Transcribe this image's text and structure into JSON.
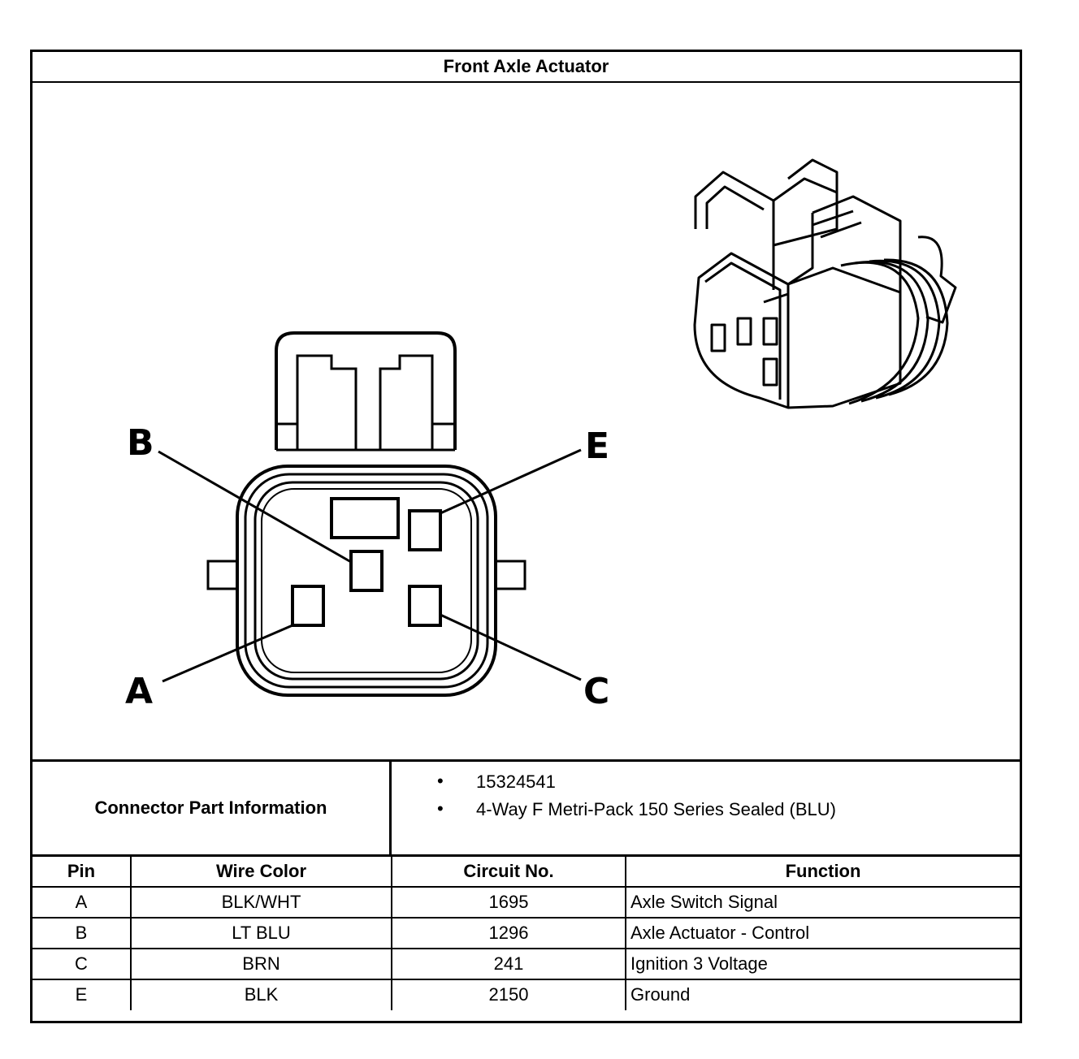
{
  "title": "Front Axle Actuator",
  "diagram": {
    "pin_labels": {
      "b": "B",
      "e": "E",
      "a": "A",
      "c": "C"
    },
    "icons": [
      "connector-face-view-icon",
      "connector-isometric-icon"
    ]
  },
  "connector_info": {
    "label": "Connector Part Information",
    "items": [
      "15324541",
      "4-Way F Metri-Pack 150 Series Sealed (BLU)"
    ],
    "bullet": "•"
  },
  "pin_table": {
    "headers": [
      "Pin",
      "Wire Color",
      "Circuit No.",
      "Function"
    ],
    "rows": [
      [
        "A",
        "BLK/WHT",
        "1695",
        "Axle Switch Signal"
      ],
      [
        "B",
        "LT BLU",
        "1296",
        "Axle Actuator - Control"
      ],
      [
        "C",
        "BRN",
        "241",
        "Ignition 3 Voltage"
      ],
      [
        "E",
        "BLK",
        "2150",
        "Ground"
      ]
    ]
  }
}
